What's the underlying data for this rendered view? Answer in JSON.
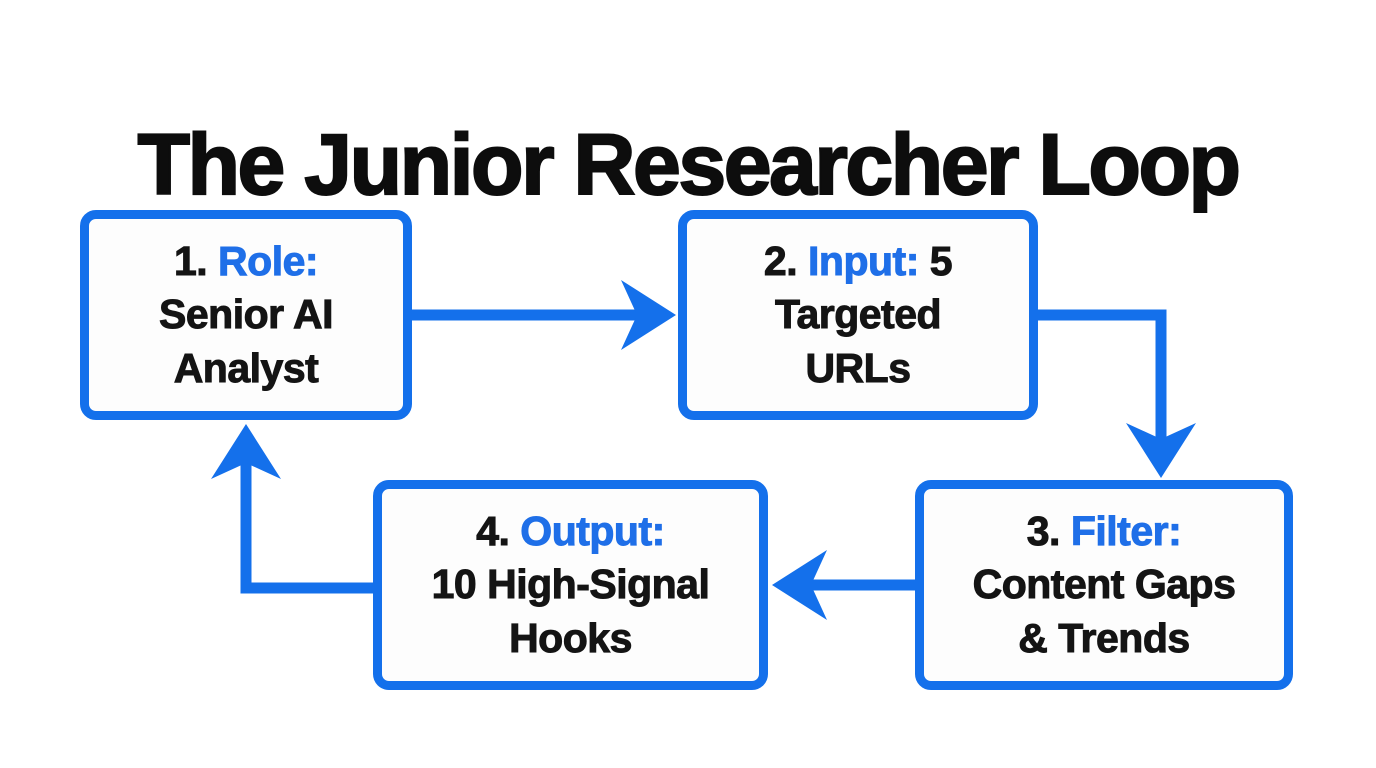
{
  "title": "The Junior Researcher Loop",
  "colors": {
    "accent_blue": "#1470eb",
    "keyword_blue": "#1f6fe8",
    "text_black": "#141414",
    "background": "#ffffff"
  },
  "steps": [
    {
      "number": "1.",
      "keyword": "Role:",
      "line1_rest": "",
      "lines": [
        "Senior AI",
        "Analyst"
      ]
    },
    {
      "number": "2.",
      "keyword": "Input:",
      "line1_rest": "5",
      "lines": [
        "Targeted",
        "URLs"
      ]
    },
    {
      "number": "3.",
      "keyword": "Filter:",
      "line1_rest": "",
      "lines": [
        "Content Gaps",
        "& Trends"
      ]
    },
    {
      "number": "4.",
      "keyword": "Output:",
      "line1_rest": "",
      "lines": [
        "10 High-Signal",
        "Hooks"
      ]
    }
  ],
  "connections": [
    {
      "from": "1. Role",
      "to": "2. Input"
    },
    {
      "from": "2. Input",
      "to": "3. Filter"
    },
    {
      "from": "3. Filter",
      "to": "4. Output"
    },
    {
      "from": "4. Output",
      "to": "1. Role"
    }
  ]
}
